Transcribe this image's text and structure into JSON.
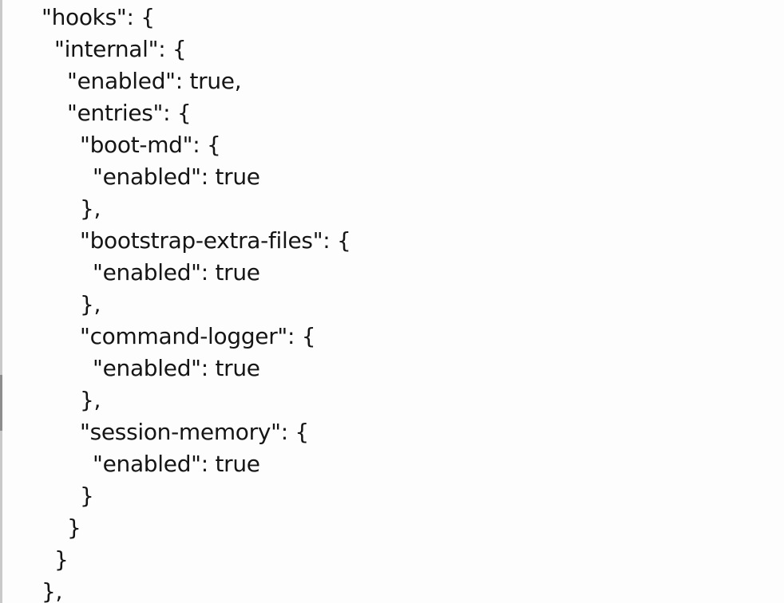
{
  "document": {
    "lines": [
      "\"hooks\": {",
      "\"internal\": {",
      "\"enabled\": true,",
      "\"entries\": {",
      "\"boot-md\": {",
      "\"enabled\": true",
      "},",
      "\"bootstrap-extra-files\": {",
      "\"enabled\": true",
      "},",
      "\"command-logger\": {",
      "\"enabled\": true",
      "},",
      "\"session-memory\": {",
      "\"enabled\": true",
      "}",
      "}",
      "}",
      "},"
    ]
  }
}
